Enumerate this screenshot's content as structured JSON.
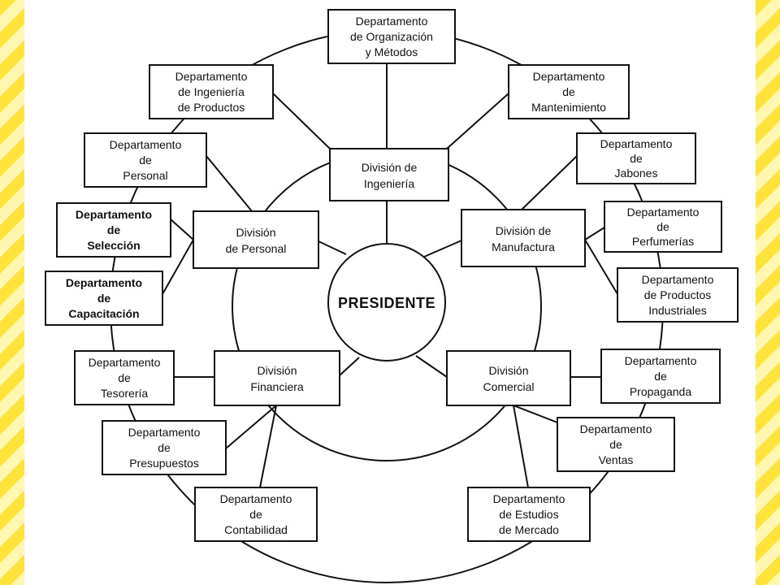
{
  "president": "PRESIDENTE",
  "divisions": {
    "ingenieria": [
      "División de",
      "Ingeniería"
    ],
    "personal": [
      "División",
      "de Personal"
    ],
    "manufactura": [
      "División de",
      "Manufactura"
    ],
    "financiera": [
      "División",
      "Financiera"
    ],
    "comercial": [
      "División",
      "Comercial"
    ]
  },
  "departments": {
    "organizacion": [
      "Departamento",
      "de Organización",
      "y Métodos"
    ],
    "ing_productos": [
      "Departamento",
      "de Ingeniería",
      "de Productos"
    ],
    "mantenimiento": [
      "Departamento",
      "de",
      "Mantenimiento"
    ],
    "personal": [
      "Departamento",
      "de",
      "Personal"
    ],
    "seleccion": [
      "Departamento",
      "de",
      "Selección"
    ],
    "capacitacion": [
      "Departamento",
      "de",
      "Capacitación"
    ],
    "jabones": [
      "Departamento",
      "de",
      "Jabones"
    ],
    "perfumerias": [
      "Departamento",
      "de",
      "Perfumerías"
    ],
    "prod_industriales": [
      "Departamento",
      "de Productos",
      "Industriales"
    ],
    "tesoreria": [
      "Departamento",
      "de",
      "Tesorería"
    ],
    "presupuestos": [
      "Departamento",
      "de",
      "Presupuestos"
    ],
    "contabilidad": [
      "Departamento",
      "de",
      "Contabilidad"
    ],
    "propaganda": [
      "Departamento",
      "de",
      "Propaganda"
    ],
    "ventas": [
      "Departamento",
      "de",
      "Ventas"
    ],
    "estudios_mercado": [
      "Departamento",
      "de Estudios",
      "de Mercado"
    ]
  }
}
